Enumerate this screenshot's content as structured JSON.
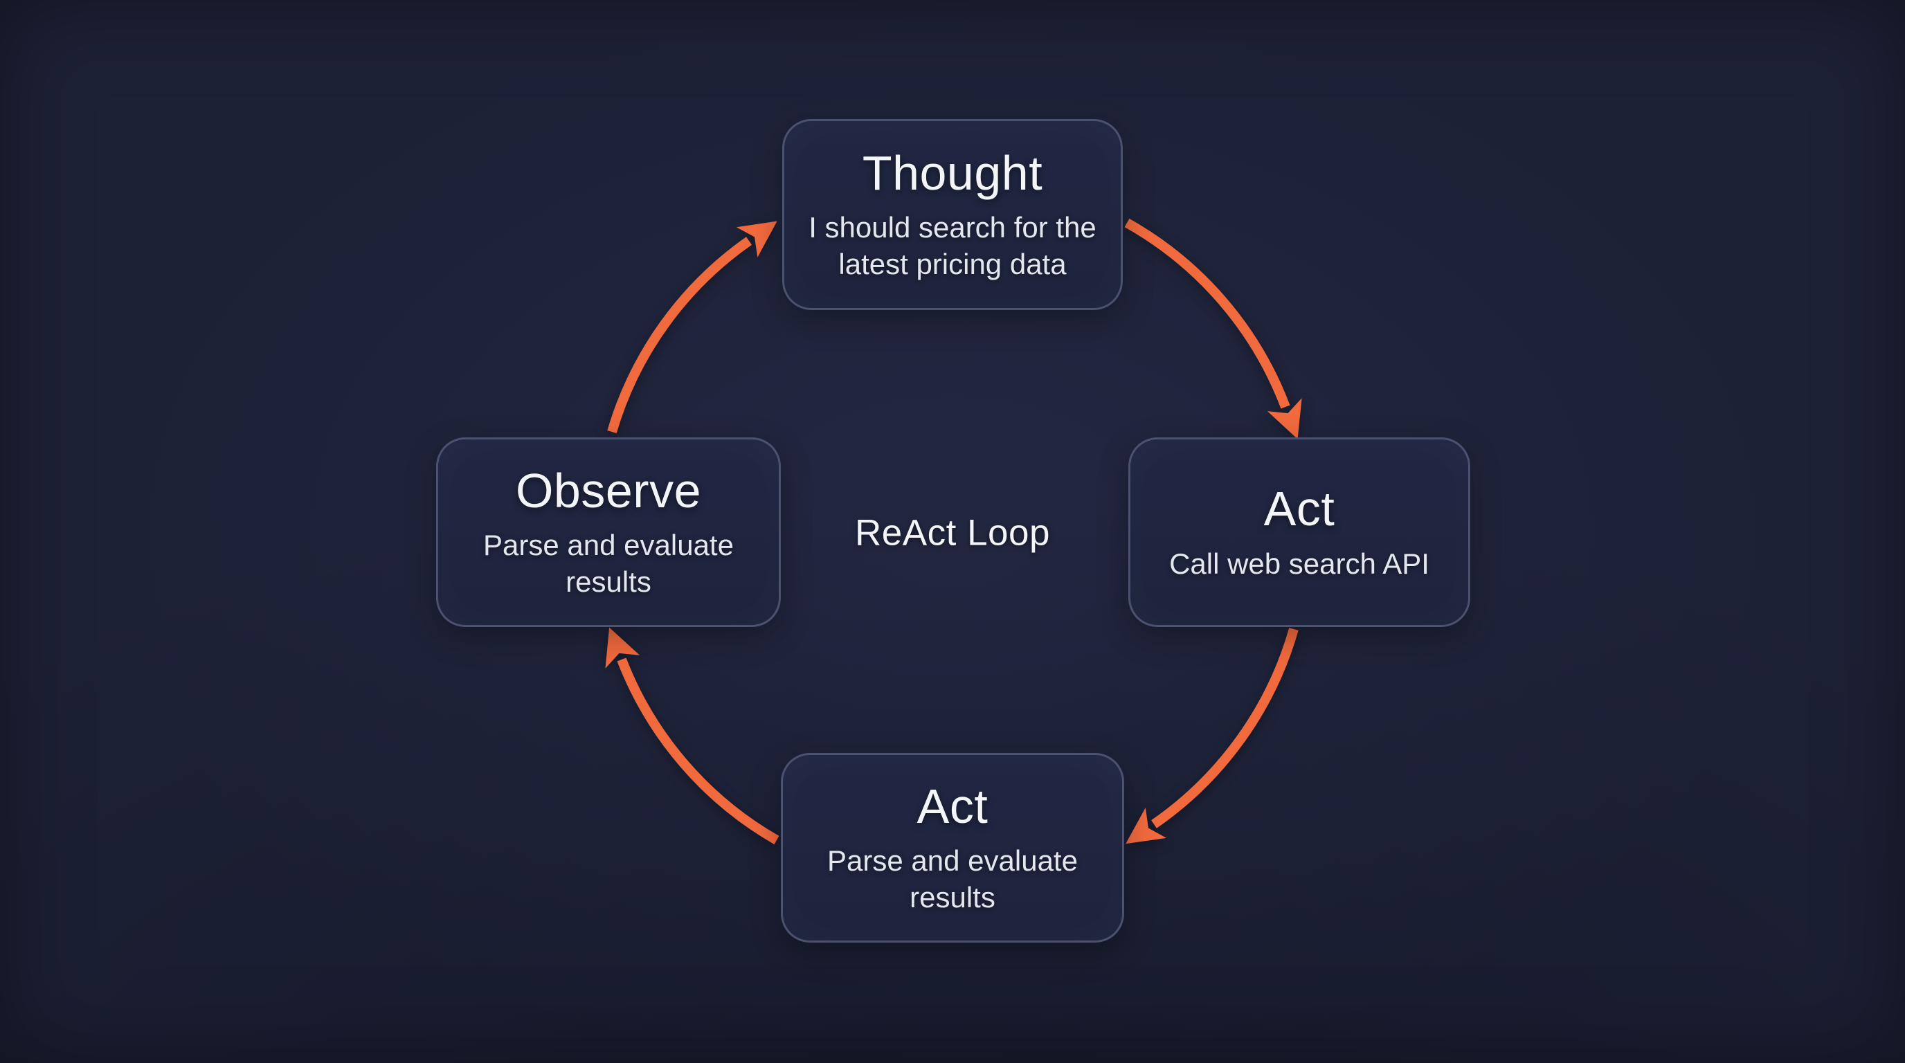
{
  "diagram": {
    "center_label": "ReAct Loop",
    "nodes": [
      {
        "id": "thought",
        "title": "Thought",
        "subtitle": "I should search for the\nlatest pricing data"
      },
      {
        "id": "act",
        "title": "Act",
        "subtitle": "Call web search API"
      },
      {
        "id": "act-2",
        "title": "Act",
        "subtitle": "Parse and evaluate\nresults"
      },
      {
        "id": "observe",
        "title": "Observe",
        "subtitle": "Parse and evaluate\nresults"
      }
    ],
    "connections": [
      {
        "from": "thought",
        "to": "act"
      },
      {
        "from": "act",
        "to": "act-2"
      },
      {
        "from": "act-2",
        "to": "observe"
      },
      {
        "from": "observe",
        "to": "thought"
      }
    ],
    "colors": {
      "arrow": "#f16a3e",
      "box_border": "#4b5270",
      "box_fill": "#212743",
      "background": "#1d2136",
      "title_text": "#f4f5f9",
      "subtitle_text": "#e3e7f0"
    }
  }
}
